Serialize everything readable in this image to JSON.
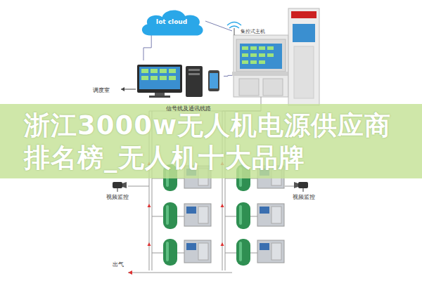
{
  "diagram": {
    "title": "浙江3000w无人机电源供应商排名榜_无人机十大品牌",
    "nodes": [
      {
        "text": [
          "Iot cloud"
        ]
      },
      {
        "text": [
          "调度室"
        ]
      },
      {
        "text": [
          "集控式主机"
        ]
      }
    ],
    "edges": [
      {
        "from": 0,
        "to": 1,
        "arrow": "none"
      },
      {
        "from": 0,
        "to": 2,
        "arrow": "none"
      },
      {
        "from": 1,
        "to": 2,
        "arrow": "none"
      }
    ],
    "labels": [
      "信号线及通讯线路",
      "视频监控",
      "视频监控",
      "出气"
    ]
  }
}
